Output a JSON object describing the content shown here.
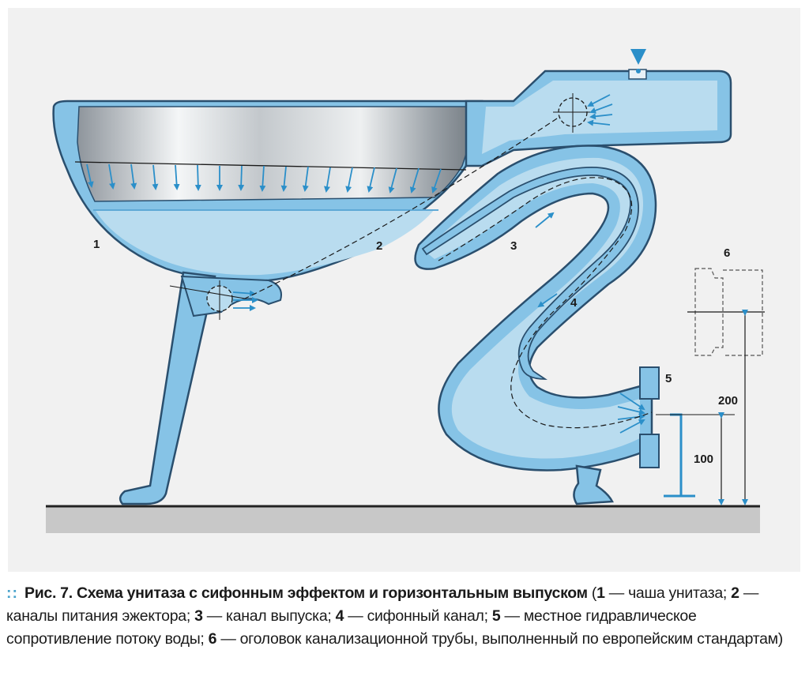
{
  "diagram": {
    "labels": {
      "bowl": "1",
      "ejector_channels": "2",
      "outlet_channel": "3",
      "siphon_channel": "4",
      "local_resistance": "5",
      "pipe_head": "6"
    },
    "dimensions": {
      "outlet_height": "100",
      "pipe_height": "200"
    }
  },
  "caption": {
    "marker": "::",
    "title": "Рис. 7. Схема унитаза с сифонным эффектом и горизонтальным выпуском",
    "open_paren": " (",
    "n1": "1",
    "t1": " — чаша унитаза; ",
    "n2": "2",
    "t2": " — каналы питания эжектора; ",
    "n3": "3",
    "t3": " — канал выпуска; ",
    "n4": "4",
    "t4": " — сифонный канал; ",
    "n5": "5",
    "t5": " — местное гидравли­ческое сопротивление потоку воды; ",
    "n6": "6",
    "t6": " — оголовок канализационной трубы, выполненный по евро­пейским стандартам)"
  },
  "colors": {
    "panel": "#f1f1f1",
    "ceramic": "#86c3e6",
    "ceramic_stroke": "#2a4f6e",
    "water": "#b9dcef",
    "arrow": "#2b8fc9",
    "floor": "#c8c8c8",
    "caption_marker": "#4aa3cc"
  }
}
